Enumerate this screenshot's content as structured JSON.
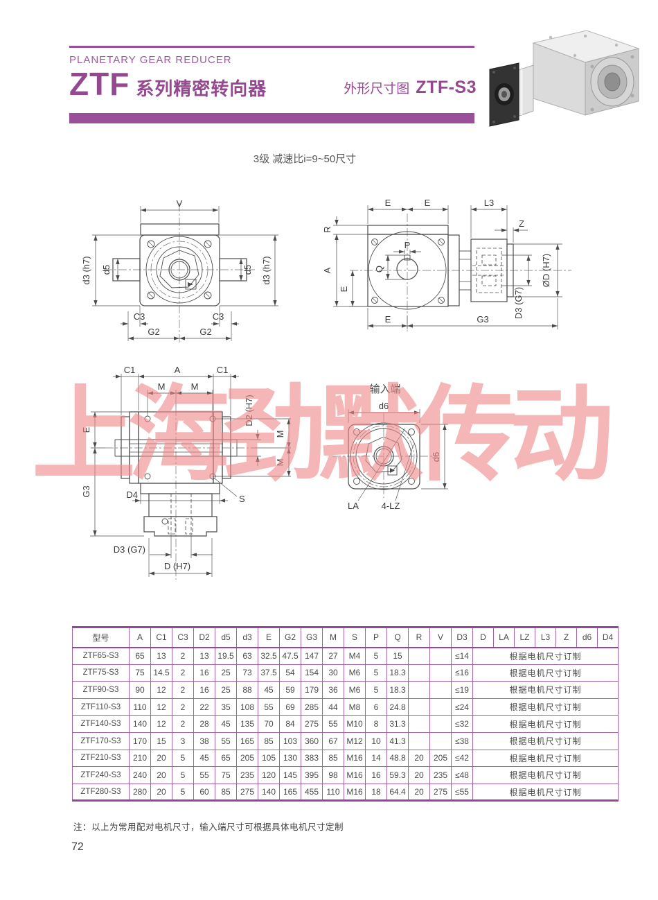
{
  "header": {
    "eyebrow": "PLANETARY GEAR REDUCER",
    "brand": "ZTF",
    "series": "系列精密转向器",
    "dim_label": "外形尺寸图",
    "model": "ZTF-S3"
  },
  "subtitle": "3级 减速比i=9~50尺寸",
  "watermark": "上海劲默传动",
  "colors": {
    "accent": "#9a4f9a",
    "table_border": "#a263a3",
    "watermark": "#ee8687",
    "drawing_line": "#4b4b4b"
  },
  "drawings": {
    "front_view": {
      "labels": {
        "v": "V",
        "d3_left": "d3 (h7)",
        "d3_right": "d3 (h7)",
        "d5_left": "d5",
        "d5_right": "d5",
        "c3_left": "C3",
        "c3_right": "C3",
        "g2_left": "G2",
        "g2_right": "G2"
      }
    },
    "side_view": {
      "labels": {
        "e_top_left": "E",
        "e_top_right": "E",
        "l3": "L3",
        "z": "Z",
        "r": "R",
        "a": "A",
        "p": "P",
        "q": "Q",
        "e_inner": "E",
        "od": "ØD (H7)",
        "d3": "D3 (G7)",
        "e_bottom": "E",
        "g3": "G3"
      }
    },
    "top_view": {
      "labels": {
        "c1_left": "C1",
        "a": "A",
        "c1_right": "C1",
        "m_left": "M",
        "m_right": "M",
        "e": "E",
        "g3": "G3",
        "d4": "D4",
        "s": "S",
        "d2": "D2 (H7)",
        "m_r_top": "M",
        "m_r_bottom": "M",
        "d3": "D3 (G7)",
        "d": "D (H7)"
      }
    },
    "input_view": {
      "title": "输入端",
      "labels": {
        "d6_top": "d6",
        "d6_right": "d6",
        "la": "LA",
        "lz": "4-LZ"
      }
    }
  },
  "table": {
    "headers": [
      "型号",
      "A",
      "C1",
      "C3",
      "D2",
      "d5",
      "d3",
      "E",
      "G2",
      "G3",
      "M",
      "S",
      "P",
      "Q",
      "R",
      "V",
      "D3",
      "D",
      "LA",
      "LZ",
      "L3",
      "Z",
      "d6",
      "D4"
    ],
    "merged_note": "根据电机尺寸订制",
    "rows": [
      [
        "ZTF65-S3",
        "65",
        "13",
        "2",
        "13",
        "19.5",
        "63",
        "32.5",
        "47.5",
        "147",
        "27",
        "M4",
        "5",
        "15",
        "",
        "",
        "≤14"
      ],
      [
        "ZTF75-S3",
        "75",
        "14.5",
        "2",
        "16",
        "25",
        "73",
        "37.5",
        "54",
        "154",
        "30",
        "M6",
        "5",
        "18.3",
        "",
        "",
        "≤16"
      ],
      [
        "ZTF90-S3",
        "90",
        "12",
        "2",
        "16",
        "25",
        "88",
        "45",
        "59",
        "179",
        "36",
        "M6",
        "5",
        "18.3",
        "",
        "",
        "≤19"
      ],
      [
        "ZTF110-S3",
        "110",
        "12",
        "2",
        "22",
        "35",
        "108",
        "55",
        "69",
        "285",
        "44",
        "M8",
        "6",
        "24.8",
        "",
        "",
        "≤24"
      ],
      [
        "ZTF140-S3",
        "140",
        "12",
        "2",
        "28",
        "45",
        "135",
        "70",
        "84",
        "275",
        "55",
        "M10",
        "8",
        "31.3",
        "",
        "",
        "≤32"
      ],
      [
        "ZTF170-S3",
        "170",
        "15",
        "3",
        "38",
        "55",
        "165",
        "85",
        "103",
        "360",
        "67",
        "M12",
        "10",
        "41.3",
        "",
        "",
        "≤38"
      ],
      [
        "ZTF210-S3",
        "210",
        "20",
        "5",
        "45",
        "65",
        "205",
        "105",
        "130",
        "383",
        "85",
        "M16",
        "14",
        "48.8",
        "20",
        "205",
        "≤42"
      ],
      [
        "ZTF240-S3",
        "240",
        "20",
        "5",
        "55",
        "75",
        "235",
        "120",
        "145",
        "395",
        "98",
        "M16",
        "16",
        "59.3",
        "20",
        "235",
        "≤48"
      ],
      [
        "ZTF280-S3",
        "280",
        "20",
        "5",
        "60",
        "85",
        "275",
        "140",
        "165",
        "455",
        "110",
        "M16",
        "18",
        "64.4",
        "20",
        "275",
        "≤55"
      ]
    ]
  },
  "note": "注：以上为常用配对电机尺寸，输入端尺寸可根据具体电机尺寸定制",
  "page_number": "72"
}
